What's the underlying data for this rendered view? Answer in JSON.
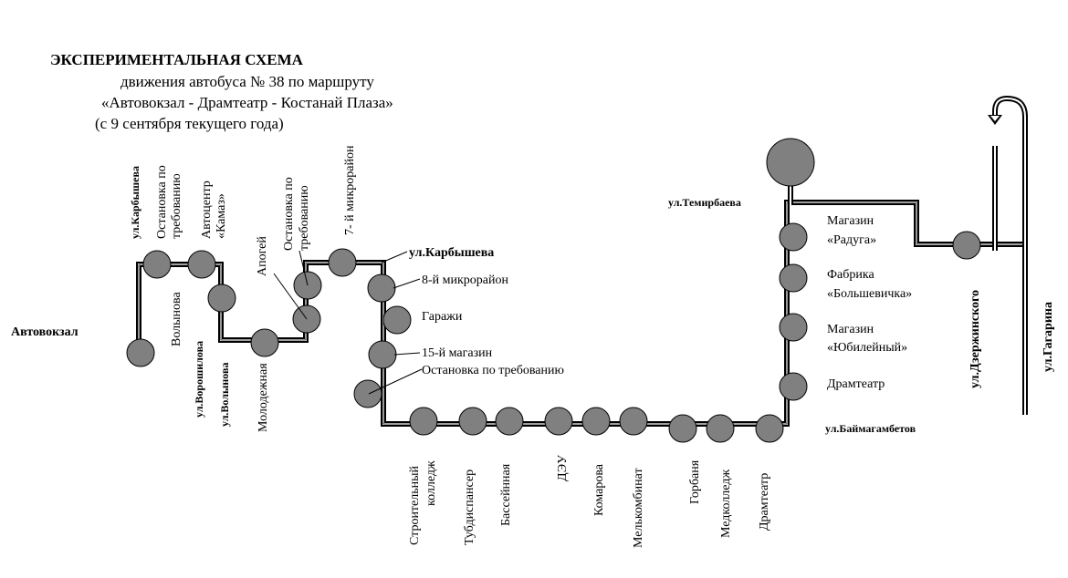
{
  "header": {
    "title": "ЭКСПЕРИМЕНТАЛЬНАЯ  СХЕМА",
    "line1": "движения  автобуса № 38 по маршруту",
    "line2": "«Автовокзал - Драмтеатр  - Костанай Плаза»",
    "line3": "(с 9 сентября текущего года)"
  },
  "terminal": "Автовокзал",
  "streets": {
    "karbysheva_v": "ул.Карбышева",
    "karbysheva_h": "ул.Карбышева",
    "voroshilova": "ул.Ворошилова",
    "volynova": "ул.Волынова",
    "temirbaeva": "ул.Темирбаева",
    "baimagambetov": "ул.Баймагамбетов",
    "dzerzhinskogo": "ул.Дзержинского",
    "gagarina": "ул.Гагарина"
  },
  "stops_left": {
    "ostanovka1_a": "Остановка по",
    "ostanovka1_b": "требованию",
    "avtocentr_a": "Автоцентр",
    "avtocentr_b": "«Камаз»",
    "volynova": "Волынова",
    "molodezhnaya": "Молодежная",
    "apogei": "Апогей",
    "ostanovka2_a": "Остановка по",
    "ostanovka2_b": "требованию",
    "mkr7": "7- й микрорайон"
  },
  "stops_mid": {
    "mkr8": "8-й микрорайон",
    "garazhi": "Гаражи",
    "magazin15": "15-й магазин",
    "ostanovka3": "Остановка по требованию"
  },
  "stops_bottom": {
    "stroit_a": "Строительный",
    "stroit_b": "колледж",
    "tubdispanser": "Тубдиспансер",
    "bassein": "Бассейнная",
    "deu": "ДЭУ",
    "komarova": "Комарова",
    "melkombinat": "Мелькомбинат",
    "gorbanya": "Горбаня",
    "medkolledzh": "Медколледж",
    "dramteatr": "Драмтеатр"
  },
  "stops_right": {
    "raduga_a": "Магазин",
    "raduga_b": "«Радуга»",
    "bolshevichka_a": "Фабрика",
    "bolshevichka_b": "«Большевичка»",
    "yubileiny_a": "Магазин",
    "yubileiny_b": "«Юбилейный»",
    "dramteatr": "Драмтеатр"
  }
}
